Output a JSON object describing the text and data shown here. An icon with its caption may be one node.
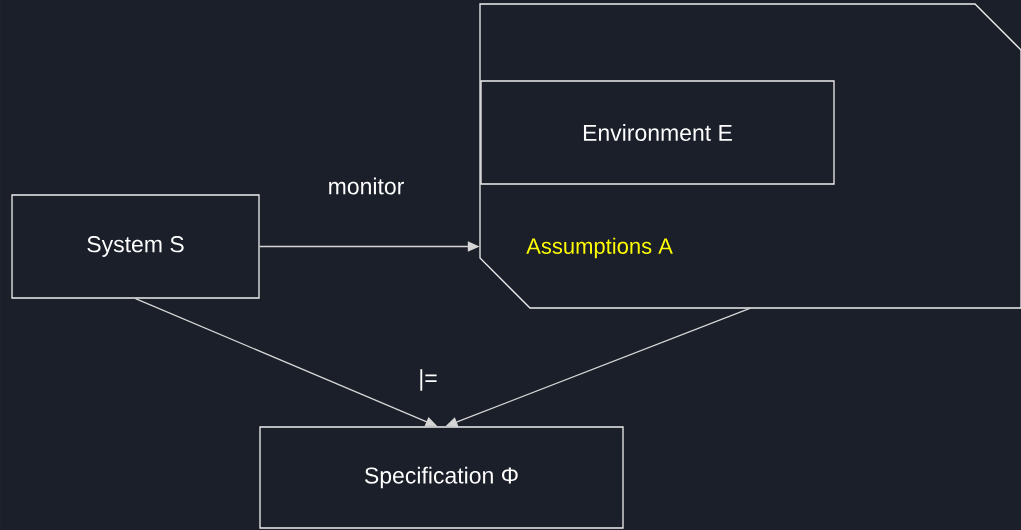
{
  "diagram": {
    "nodes": [
      {
        "text": [
          "System S"
        ]
      },
      {
        "text": [
          "Assumptions A"
        ]
      },
      {
        "text": [
          "Environment E"
        ],
        "in": 1
      },
      {
        "text": [
          "Specification Φ"
        ]
      }
    ],
    "edges": [
      {
        "from": 0,
        "to": 1,
        "arrow": "to",
        "label": "monitor"
      },
      {
        "from": 0,
        "to": 3,
        "arrow": "to"
      },
      {
        "from": 1,
        "to": 3,
        "arrow": "to"
      }
    ],
    "labels": [
      "|="
    ]
  }
}
